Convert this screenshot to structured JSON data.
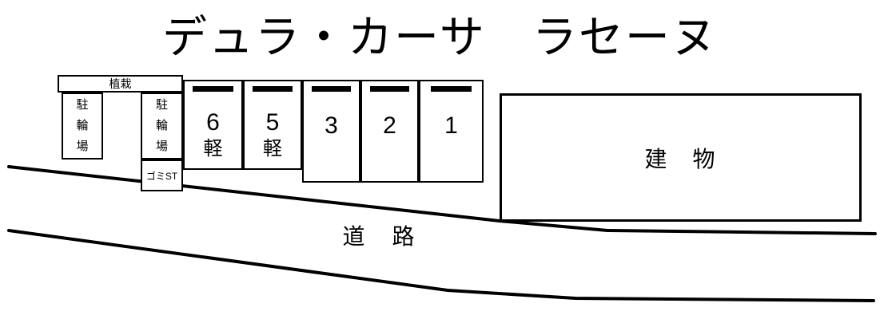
{
  "site": {
    "title": "デュラ・カーサ　ラセーヌ"
  },
  "plan": {
    "planting_strip": {
      "label": "植栽"
    },
    "bicycle_parking_left": {
      "label_chars": [
        "駐",
        "輪",
        "場"
      ]
    },
    "bicycle_parking_right": {
      "label_chars": [
        "駐",
        "輪",
        "場"
      ]
    },
    "garbage_station": {
      "label": "ゴミST"
    },
    "building": {
      "label": "建　物"
    },
    "road": {
      "label": "道　路"
    },
    "stalls": [
      {
        "number": "6",
        "type_label": "軽",
        "kei": true
      },
      {
        "number": "5",
        "type_label": "軽",
        "kei": true
      },
      {
        "number": "3",
        "type_label": "",
        "kei": false
      },
      {
        "number": "2",
        "type_label": "",
        "kei": false
      },
      {
        "number": "1",
        "type_label": "",
        "kei": false
      }
    ]
  },
  "colors": {
    "line": "#000000",
    "fill": "#ffffff",
    "text": "#000000"
  }
}
